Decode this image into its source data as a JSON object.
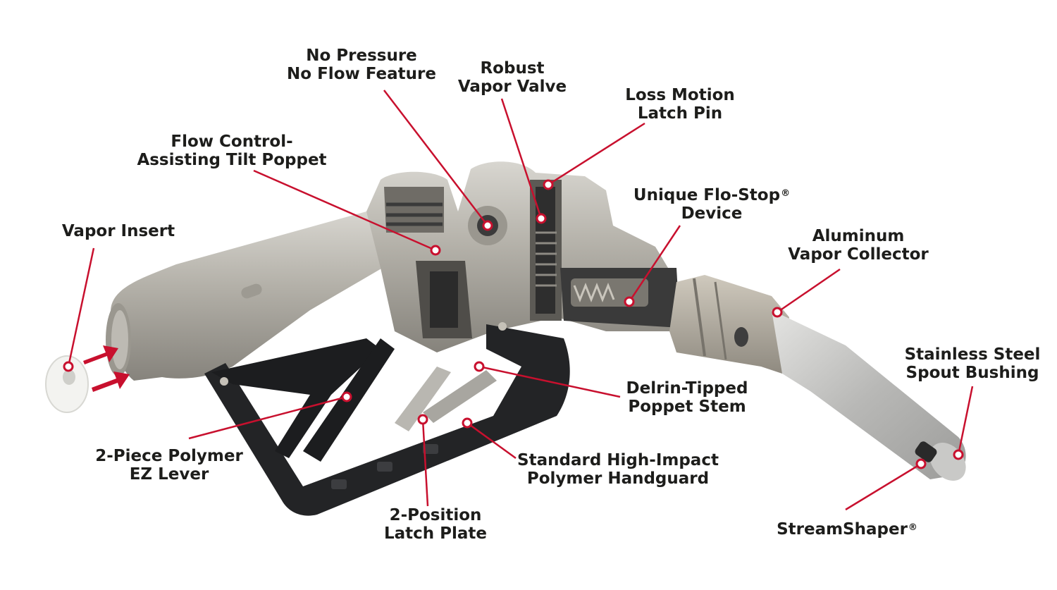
{
  "colors": {
    "callout": "#c8102e",
    "text": "#1d1d1b",
    "metal": "#b9b6ae",
    "metal_dark": "#8a877f",
    "polymer": "#222325",
    "insert": "#f2f2ef"
  },
  "labels": {
    "no_pressure": {
      "line1": "No Pressure",
      "line2": "No Flow Feature"
    },
    "robust_vapor_valve": {
      "line1": "Robust",
      "line2": "Vapor Valve"
    },
    "loss_motion": {
      "line1": "Loss Motion",
      "line2": "Latch Pin"
    },
    "flow_control": {
      "line1": "Flow Control-",
      "line2": "Assisting Tilt Poppet"
    },
    "flo_stop": {
      "line1": "Unique Flo-Stop",
      "reg": "®",
      "line2": "Device"
    },
    "vapor_insert": {
      "line1": "Vapor Insert"
    },
    "aluminum_collector": {
      "line1": "Aluminum",
      "line2": "Vapor Collector"
    },
    "stainless_bushing": {
      "line1": "Stainless Steel",
      "line2": "Spout Bushing"
    },
    "delrin_stem": {
      "line1": "Delrin-Tipped",
      "line2": "Poppet Stem"
    },
    "ez_lever": {
      "line1": "2-Piece Polymer",
      "line2": "EZ Lever"
    },
    "handguard": {
      "line1": "Standard High-Impact",
      "line2": "Polymer Handguard"
    },
    "latch_plate": {
      "line1": "2-Position",
      "line2": "Latch Plate"
    },
    "streamshaper": {
      "line1": "StreamShaper",
      "reg": "®"
    }
  }
}
